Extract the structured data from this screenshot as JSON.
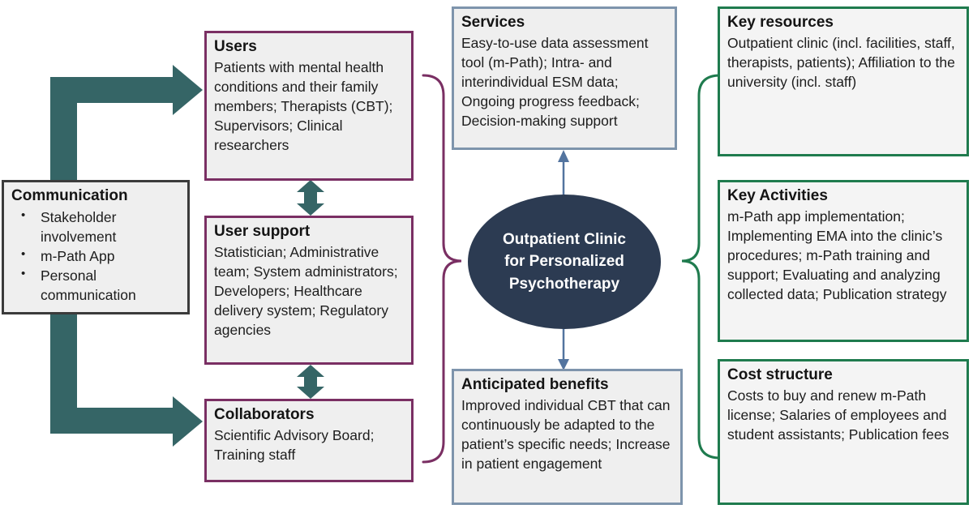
{
  "colors": {
    "teal_arrow": "#356566",
    "purple_border": "#7a2f63",
    "green_border": "#1f7b4e",
    "blue_border": "#7e94ac",
    "blue_arrow": "#53749f",
    "ellipse_fill": "#2c3b52",
    "box_background": "#efefef"
  },
  "communication": {
    "title": "Communication",
    "bullets": [
      "Stakeholder involvement",
      "m-Path App",
      "Personal communication"
    ]
  },
  "users": {
    "title": "Users",
    "body": "Patients with mental health conditions and their family members; Therapists (CBT); Supervisors; Clinical researchers"
  },
  "user_support": {
    "title": "User support",
    "body": "Statistician; Administrative team; System administrators; Developers; Healthcare delivery system; Regulatory agencies"
  },
  "collaborators": {
    "title": "Collaborators",
    "body": "Scientific Advisory Board; Training staff"
  },
  "services": {
    "title": "Services",
    "body": "Easy-to-use data assessment tool (m-Path); Intra- and interindividual ESM data; Ongoing progress feedback; Decision-making support"
  },
  "center": {
    "title": "Outpatient Clinic for Personalized Psychotherapy"
  },
  "anticipated_benefits": {
    "title": "Anticipated benefits",
    "body": "Improved individual CBT that can continuously be adapted to the patient’s specific needs; Increase in patient engagement"
  },
  "key_resources": {
    "title": "Key resources",
    "body": "Outpatient clinic (incl. facilities, staff, therapists, patients); Affiliation to the university (incl. staff)"
  },
  "key_activities": {
    "title": "Key Activities",
    "body": "m-Path app implementation; Implementing EMA into the clinic’s procedures; m-Path training and support; Evaluating and analyzing collected data; Publication strategy"
  },
  "cost_structure": {
    "title": "Cost structure",
    "body": "Costs to buy and renew m-Path license; Salaries of employees and student assistants; Publication fees"
  }
}
